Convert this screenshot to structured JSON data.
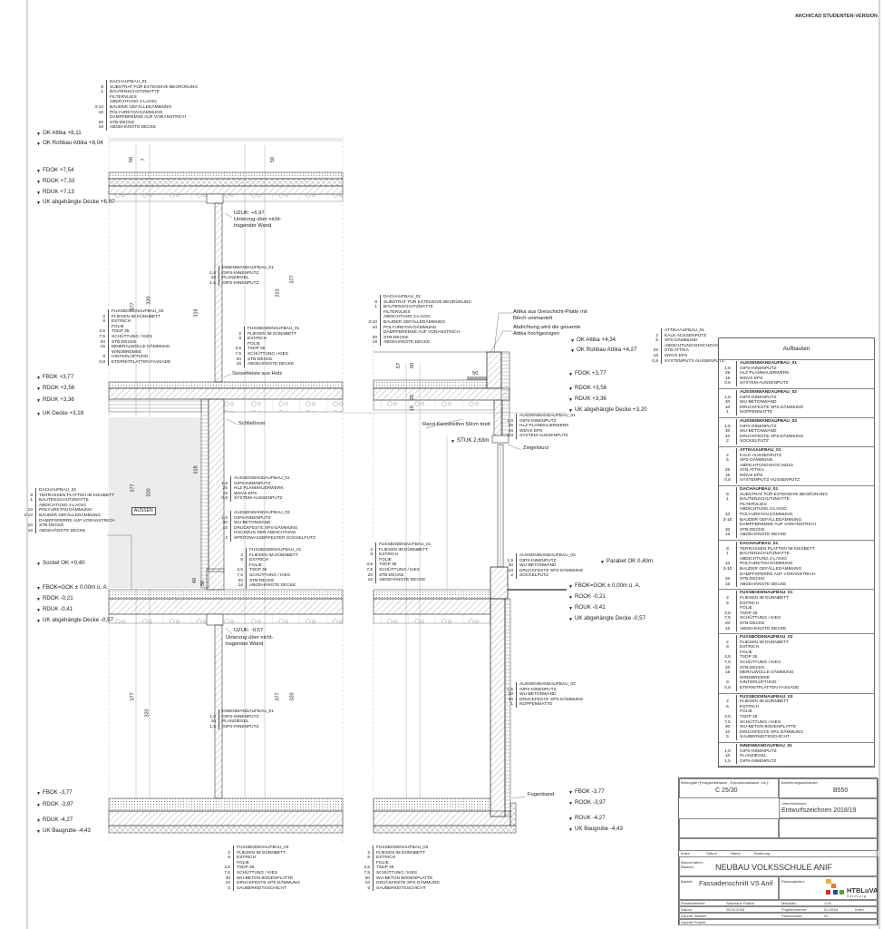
{
  "watermark": "ARCHICAD STUDENTEN-VERSION",
  "levels_left": [
    "OK Attika +8,11",
    "OK Rohbau Attika +8,04",
    "FDOK +7,54",
    "RDOK +7,33",
    "RDUK +7,13",
    "UK abgehängte Decke +6,97",
    "FBOK +3,77",
    "RDOK +3,56",
    "RDUK +3,36",
    "UK Decke +3,18",
    "Sockel OK +0,40",
    "FBOK=GOK ± 0,00m ü. A.",
    "RDOK -0,21",
    "RDUK -0,41",
    "UK abgehängte Decke -0,57",
    "FBOK -3,77",
    "RDOK -3,97",
    "RDUK -4,27",
    "UK Baugrube -4,43"
  ],
  "levels_right": [
    "OK Attika +4,34",
    "OK Rohbau Attika +4,27",
    "FDOK +3,77",
    "RDOK +3,56",
    "RDUK +3,36",
    "UK abgehängte Decke +3,20",
    "STUK 2,63m",
    "Parabet OK 0,40m",
    "FBOK=GOK ± 0,00m ü. A.",
    "ROOK -0,21",
    "ROUK -0,41",
    "UK abgehängte Decke -0,57",
    "FBOK -3,77",
    "ROOK -3,97",
    "ROUK -4,27",
    "UK Baugrube -4,43"
  ],
  "notes": [
    "UZUK: +6,97",
    "Unterzug über nicht-",
    "tragender Wand",
    "Sesselleiste aus Holz",
    "Schließrost",
    "AUSSEN",
    "UZUK: -0,57",
    "Unterzug über nicht-",
    "tragender Wand",
    "Attika aus Dreischicht-Platte mit",
    "Blech ummantelt",
    "Abdichtung wird die gesamte",
    "Attika hochgezogen",
    "50",
    "Rand-Kiesstreifen 50cm breit",
    "Ziegelsturz",
    "Fugenband"
  ],
  "dims": [
    "377",
    "320",
    "318",
    "377",
    "50",
    "7",
    "50",
    "377",
    "320",
    "318",
    "223",
    "40",
    "30",
    "377",
    "320",
    "377",
    "320",
    "57",
    "50",
    "20",
    "16"
  ],
  "blocks": [
    {
      "title": "DACHAUFBAU_01",
      "rows": [
        [
          "8",
          "SUBSTRAT FÜR EXTENSIVE BEGRÜNUNG"
        ],
        [
          "1",
          "BAUTENSCHUTZMATTE"
        ],
        [
          "",
          "FILTERVLIES"
        ],
        [
          "",
          "ABDICHTUNG 2-LAGIG"
        ],
        [
          "3-10",
          "BAUDER GEFÄLLEDÄMMUNG"
        ],
        [
          "10",
          "POLYURETAN DÄMMUNG"
        ],
        [
          "",
          "DAMPFBREMSE AUF VORANSTRICH"
        ],
        [
          "20",
          "STB-DECKE"
        ],
        [
          "16",
          "ABGEHÄNGTE DECKE"
        ]
      ]
    },
    {
      "title": "INNENWANDAUFBAU_01",
      "rows": [
        [
          "1,5",
          "GIPS-INNENPUTZ"
        ],
        [
          "10",
          "PLANZIEGEL"
        ],
        [
          "1,5",
          "GIPS-INNENPUTZ"
        ]
      ]
    },
    {
      "title": "FUSSBODENAUFBAU_02",
      "rows": [
        [
          "2",
          "FLIESEN IM DÜNNBETT"
        ],
        [
          "8",
          "ESTRICH"
        ],
        [
          "",
          "FOLIE"
        ],
        [
          "3,5",
          "TSDP 35"
        ],
        [
          "7,5",
          "SCHÜTTUNG / KIES"
        ],
        [
          "20",
          "STB-DECKE"
        ],
        [
          "15",
          "MINERALWOLLE DÄMMUNG"
        ],
        [
          "",
          "WINDBREMSE"
        ],
        [
          "8",
          "HINTERLÜFTUNG"
        ],
        [
          "0,8",
          "ETERNITPLATTEN FASSADE"
        ]
      ]
    },
    {
      "title": "FUSSBODENAUFBAU_01",
      "rows": [
        [
          "2",
          "FLIESEN IM DÜNNBETT"
        ],
        [
          "8",
          "ESTRICH"
        ],
        [
          "",
          "FOLIE"
        ],
        [
          "3,5",
          "TSDP 35"
        ],
        [
          "7,5",
          "SCHÜTTUNG / KIES"
        ],
        [
          "20",
          "STB-DECKE"
        ],
        [
          "16",
          "ABGEHÄNGTE DECKE"
        ]
      ]
    },
    {
      "title": "DACHAUFBAU_02",
      "rows": [
        [
          "8",
          "TERRASSEN PLATTEN IM KIESBETT"
        ],
        [
          "1",
          "BAUTENSCHUTZMATTE"
        ],
        [
          "",
          "ABDICHTUNG 2-LAGIG"
        ],
        [
          "10",
          "POLYURETAN DÄMMUNG"
        ],
        [
          "3-10",
          "BAUDER GEFÄLLEDÄMMUNG"
        ],
        [
          "",
          "DAMPFSPERRE AUF VORANSTRICH"
        ],
        [
          "20",
          "STB-DECKE"
        ],
        [
          "16",
          "ABGEHÄNGTE DECKE"
        ]
      ]
    },
    {
      "title": "AUSSENWANDAUFBAU_01",
      "rows": [
        [
          "1,5",
          "GIPS-INNENPUTZ"
        ],
        [
          "25",
          "HLZ PLANMAUERWERK"
        ],
        [
          "16",
          "WDVS EPS"
        ],
        [
          "0,8",
          "SYSTEM-AUSSENPUTZ"
        ]
      ]
    },
    {
      "title": "AUSSENWANDAUFBAU_03",
      "rows": [
        [
          "1,5",
          "GIPS-INNENPUTZ"
        ],
        [
          "30",
          "WU-BETONWAND"
        ],
        [
          "10",
          "DRUCKFESTE XPS-DÄMMUNG"
        ],
        [
          "",
          "HOCHZUG DER ABDICHTUNG"
        ],
        [
          "2",
          "SPRITZWASSERFESTER SOCKELPUTZ"
        ]
      ]
    },
    {
      "title": "FUSSBODENAUFBAU_01",
      "rows": [
        [
          "2",
          "FLIESEN IM DÜNNBETT"
        ],
        [
          "8",
          "ESTRICH"
        ],
        [
          "",
          "FOLIE"
        ],
        [
          "3,5",
          "TSDP 35"
        ],
        [
          "7,5",
          "SCHÜTTUNG / KIES"
        ],
        [
          "20",
          "STB-DECKE"
        ],
        [
          "16",
          "ABGEHÄNGTE DECKE"
        ]
      ]
    },
    {
      "title": "INNENWANDAUFBAU_01",
      "rows": [
        [
          "1,5",
          "GIPS-INNENPUTZ"
        ],
        [
          "10",
          "PLANZIEGEL"
        ],
        [
          "1,5",
          "GIPS-INNENPUTZ"
        ]
      ]
    },
    {
      "title": "FUSSBODENAUFBAU_03",
      "rows": [
        [
          "2",
          "FLIESEN IM DÜNNBETT"
        ],
        [
          "6",
          "ESTRICH"
        ],
        [
          "",
          "FOLIE"
        ],
        [
          "3,5",
          "TSDP 35"
        ],
        [
          "7,5",
          "SCHÜTTUNG / KIES"
        ],
        [
          "30",
          "WU-BETON BODENPLATTE"
        ],
        [
          "10",
          "DRUCKFESTE XPS DÄMMUNG"
        ],
        [
          "5",
          "SAUBERKEITSSCHICHT"
        ]
      ]
    },
    {
      "title": "DACHAUFBAU_01",
      "rows": [
        [
          "8",
          "SUBSTRAT FÜR EXTENSIVE BEGRÜNUNG"
        ],
        [
          "1",
          "BAUTENSCHUTZMATTE"
        ],
        [
          "",
          "FILTERVLIES"
        ],
        [
          "",
          "ABDICHTUNG 2-LAGIG"
        ],
        [
          "3-10",
          "BAUDER GEFÄLLEDÄMMUNG"
        ],
        [
          "10",
          "POLYURETAN DÄMMUNG"
        ],
        [
          "",
          "DAMPFBREMSE AUF VORANSTRICH"
        ],
        [
          "20",
          "STB-DECKE"
        ],
        [
          "16",
          "ABGEHÄNGTE DECKE"
        ]
      ]
    },
    {
      "title": "ATTIKAAUFBAU_01",
      "rows": [
        [
          "2",
          "KALK-AUSSENPUTZ"
        ],
        [
          "5",
          "XPS-DÄMMUNG"
        ],
        [
          "",
          "ABDICHTUNGSHOCHZUG"
        ],
        [
          "25",
          "STB ATTIKA"
        ],
        [
          "16",
          "WDVS EPS"
        ],
        [
          "0,8",
          "SYSTEMPUTZ-AUSSENPUTZ"
        ]
      ]
    },
    {
      "title": "AUSSENWANDAUFBAU_01",
      "rows": [
        [
          "1,5",
          "GIPS-INNENPUTZ"
        ],
        [
          "25",
          "HLZ PLANMAUERWERK"
        ],
        [
          "16",
          "WDVS EPS"
        ],
        [
          "0,8",
          "SYSTEM-AUSSENPUTZ"
        ]
      ]
    },
    {
      "title": "AUSSENWANDAUFBAU_03",
      "rows": [
        [
          "1,5",
          "GIPS-INNENPUTZ"
        ],
        [
          "30",
          "WU-BETONWAND"
        ],
        [
          "10",
          "DRUCKFESTE XPS-DÄMMUNG"
        ],
        [
          "2",
          "SOCKELPUTZ"
        ]
      ]
    },
    {
      "title": "FUSSBODENAUFBAU_01",
      "rows": [
        [
          "2",
          "FLIESEN IM DÜNNBETT"
        ],
        [
          "8",
          "ESTRICH"
        ],
        [
          "",
          "FOLIE"
        ],
        [
          "3,5",
          "TSDP 35"
        ],
        [
          "7,5",
          "SCHÜTTUNG / KIES"
        ],
        [
          "20",
          "STB-DECKE"
        ],
        [
          "16",
          "ABGEHÄNGTE DECKE"
        ]
      ]
    },
    {
      "title": "AUSSENWANDAUFBAU_02",
      "rows": [
        [
          "1,5",
          "GIPS-INNENPUTZ"
        ],
        [
          "30",
          "WU-BETONWAND"
        ],
        [
          "10",
          "DRUCKFESTE XPS-DÄMMUNG"
        ],
        [
          "1",
          "NOPPENMATTE"
        ]
      ]
    },
    {
      "title": "FUSSBODENAUFBAU_03",
      "rows": [
        [
          "2",
          "FLIESEN IM DÜNNBETT"
        ],
        [
          "6",
          "ESTRICH"
        ],
        [
          "",
          "FOLIE"
        ],
        [
          "3,5",
          "TSDP 35"
        ],
        [
          "7,5",
          "SCHÜTTUNG / KIES"
        ],
        [
          "30",
          "WU-BETON BODENPLATTE"
        ],
        [
          "10",
          "DRUCKFESTE XPS DÄMMUNG"
        ],
        [
          "5",
          "SAUBERKEITSSCHICHT"
        ]
      ]
    }
  ],
  "aufbauten": {
    "title": "Aufbauten",
    "sections": [
      {
        "title": "AUSSENWANDAUFBAU_01",
        "rows": [
          [
            "1,5",
            "GIPS-INNENPUTZ"
          ],
          [
            "25",
            "HLZ PLANMAUERWERK"
          ],
          [
            "16",
            "WDVS EPS"
          ],
          [
            "0,8",
            "SYSTEM-AUSSENPUTZ"
          ]
        ]
      },
      {
        "title": "AUSSENWANDAUFBAU_02",
        "rows": [
          [
            "1,5",
            "GIPS-INNENPUTZ"
          ],
          [
            "30",
            "WU-BETONWAND"
          ],
          [
            "10",
            "DRUCKFESTE XPS-DÄMMUNG"
          ],
          [
            "1",
            "NOPPENMATTE"
          ]
        ]
      },
      {
        "title": "AUSSENWANDAUFBAU_03",
        "rows": [
          [
            "1,5",
            "GIPS-INNENPUTZ"
          ],
          [
            "30",
            "WU-BETONWAND"
          ],
          [
            "10",
            "DRUCKFESTE XPS-DÄMMUNG"
          ],
          [
            "2",
            "SOCKELPUTZ"
          ]
        ]
      },
      {
        "title": "ATTIKAAUFBAU_01",
        "rows": [
          [
            "2",
            "KALK-AUSSENPUTZ"
          ],
          [
            "5",
            "XPS-DÄMMUNG"
          ],
          [
            "",
            "ABDICHTUNGSHOCHZUG"
          ],
          [
            "25",
            "STB ATTIKA"
          ],
          [
            "16",
            "WDVS EPS"
          ],
          [
            "0,8",
            "SYSTEMPUTZ-AUSSENPUTZ"
          ]
        ]
      },
      {
        "title": "DACHAUFBAU_01",
        "rows": [
          [
            "8",
            "SUBSTRAT FÜR EXTENSIVE BEGRÜNUNG"
          ],
          [
            "1",
            "BAUTENSCHUTZMATTE"
          ],
          [
            "",
            "FILTERVLIES"
          ],
          [
            "",
            "ABDICHTUNG 2-LAGIG"
          ],
          [
            "10",
            "POLYURETAN DÄMMUNG"
          ],
          [
            "3-10",
            "BAUDER GEFÄLLEDÄMMUNG"
          ],
          [
            "",
            "DAMPFBREMSE AUF VORANSTRICH"
          ],
          [
            "20",
            "STB-DECKE"
          ],
          [
            "16",
            "ABGEHÄNGTE DECKE"
          ]
        ]
      },
      {
        "title": "DACHAUFBAU_02",
        "rows": [
          [
            "8",
            "TERRASSEN PLATTEN IM KIESBETT"
          ],
          [
            "1",
            "BAUTENSCHUTZMATTE"
          ],
          [
            "",
            "ABDICHTUNG 2-LAGIG"
          ],
          [
            "10",
            "POLYURETAN DÄMMUNG"
          ],
          [
            "3-10",
            "BAUDER GEFÄLLEDÄMMUNG"
          ],
          [
            "",
            "DAMPFSPERRE AUF VORANSTRICH"
          ],
          [
            "20",
            "STB-DECKE"
          ],
          [
            "16",
            "ABGEHÄNGTE DECKE"
          ]
        ]
      },
      {
        "title": "FUSSBODENAUFBAU_01",
        "rows": [
          [
            "2",
            "FLIESEN IM DÜNNBETT"
          ],
          [
            "8",
            "ESTRICH"
          ],
          [
            "",
            "FOLIE"
          ],
          [
            "3,5",
            "TSDP 35"
          ],
          [
            "7,5",
            "SCHÜTTUNG / KIES"
          ],
          [
            "20",
            "STB-DECKE"
          ],
          [
            "16",
            "ABGEHÄNGTE DECKE"
          ]
        ]
      },
      {
        "title": "FUSSBODENAUFBAU_02",
        "rows": [
          [
            "2",
            "FLIESEN IM DÜNNBETT"
          ],
          [
            "8",
            "ESTRICH"
          ],
          [
            "",
            "FOLIE"
          ],
          [
            "3,5",
            "TSDP 35"
          ],
          [
            "7,5",
            "SCHÜTTUNG / KIES"
          ],
          [
            "20",
            "STB-DECKE"
          ],
          [
            "15",
            "MERALWOLLE DÄMMUNG"
          ],
          [
            "",
            "WINDBREMSE"
          ],
          [
            "8",
            "HINTERLÜFTUNG"
          ],
          [
            "0,8",
            "ETERNITPLATTEN FASSADE"
          ]
        ]
      },
      {
        "title": "FUSSBODENAUFBAU_03",
        "rows": [
          [
            "2",
            "FLIESEN IM DÜNNBETT"
          ],
          [
            "6",
            "ESTRICH"
          ],
          [
            "",
            "FOLIE"
          ],
          [
            "3,5",
            "TSDP 35"
          ],
          [
            "7,5",
            "SCHÜTTUNG / KIES"
          ],
          [
            "30",
            "WU-BETON BODENPLATTE"
          ],
          [
            "10",
            "DRUCKFESTE XPS DÄMMUNG"
          ],
          [
            "5",
            "SAUBERKEITSSCHICHT"
          ]
        ]
      },
      {
        "title": "INNENWANDAUFBAU_01",
        "rows": [
          [
            "1,5",
            "GIPS-INNENPUTZ"
          ],
          [
            "10",
            "PLANZIEGEL"
          ],
          [
            "1,5",
            "GIPS-INNENPUTZ"
          ]
        ]
      }
    ]
  },
  "titleblock": {
    "betongüte_label": "Betongüte (Festigkeitsklasse., Expositionsklasse, etc.):",
    "betongüte": "C 25/30",
    "bewehrung_label": "Bewehrungsstahlsorte:",
    "bewehrung": "B550",
    "fach_label": "Unterrichtsfach:",
    "fach": "Entwurfszeichnen 2018/19",
    "index_cols": [
      "Index",
      "Datum",
      "Name",
      "Änderung"
    ],
    "bauherr_label": "Bauvorhaben: Bauherr:",
    "project": "NEUBAU VOLKSSCHULE ANIF",
    "bauteil_label": "Bauteil:",
    "bauteil": "Fassadenschnitt VS Anif",
    "buero_label": "Planungsbüro:",
    "logo": "HTBLuVA",
    "logo_sub": "Salzburg",
    "rows": [
      [
        "Planbearbeiter:",
        "Salzmann Patrick",
        "Maßstab:",
        "1:20"
      ],
      [
        "Datum:",
        "26.02.2018",
        "Projektnummer:",
        "01-2018"
      ],
      [
        "Geprüft Statiker:",
        "",
        "Plannummer:",
        "02"
      ],
      [
        "Geprüft Projekt:",
        "",
        "",
        ""
      ]
    ],
    "index_label": "Index"
  }
}
